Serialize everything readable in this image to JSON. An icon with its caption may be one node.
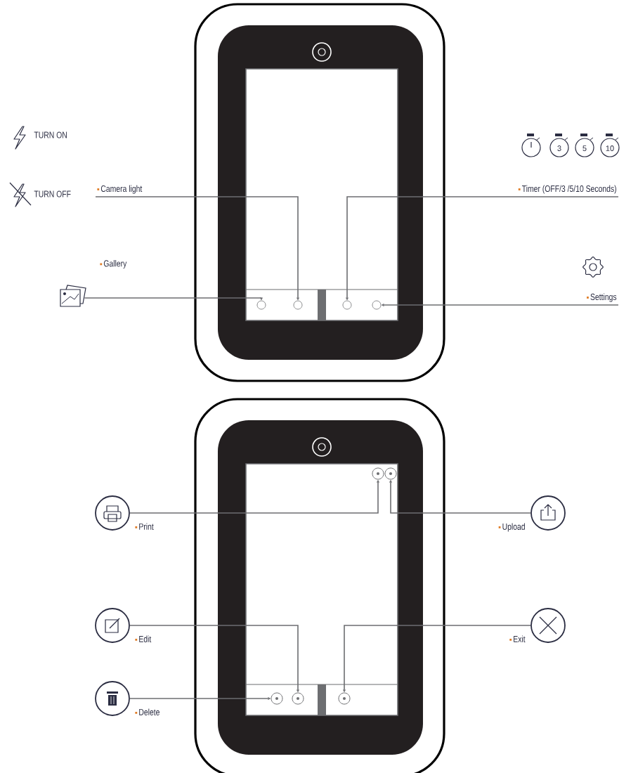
{
  "diagram": {
    "nodes": [
      {
        "text": [
          "Camera light"
        ]
      },
      {
        "text": [
          "Timer (OFF/3 /5/10 Seconds)"
        ]
      },
      {
        "text": [],
        "shape": "icon",
        "beside": [
          "Gallery"
        ]
      },
      {
        "text": [
          "Settings"
        ]
      },
      {
        "text": [],
        "shape": "button"
      },
      {
        "text": [],
        "shape": "button"
      },
      {
        "text": [],
        "shape": "button"
      },
      {
        "text": [],
        "shape": "button"
      },
      {
        "text": [],
        "shape": "circle",
        "beside": [
          "Print"
        ]
      },
      {
        "text": [],
        "shape": "circle",
        "beside": [
          "Upload"
        ]
      },
      {
        "text": [],
        "shape": "button"
      },
      {
        "text": [],
        "shape": "button"
      },
      {
        "text": [],
        "shape": "circle",
        "beside": [
          "Edit"
        ]
      },
      {
        "text": [],
        "shape": "circle",
        "beside": [
          "Exit"
        ]
      },
      {
        "text": [],
        "shape": "circle",
        "beside": [
          "Delete"
        ]
      },
      {
        "text": [],
        "shape": "button"
      },
      {
        "text": [],
        "shape": "button"
      },
      {
        "text": [],
        "shape": "button"
      }
    ],
    "edges": [
      {
        "from": 0,
        "to": 5,
        "arrow": "to"
      },
      {
        "from": 2,
        "to": 4,
        "arrow": "to"
      },
      {
        "from": 1,
        "to": 6,
        "arrow": "to"
      },
      {
        "from": 3,
        "to": 7,
        "arrow": "to"
      },
      {
        "from": 8,
        "to": 10,
        "arrow": "to"
      },
      {
        "from": 9,
        "to": 11,
        "arrow": "to"
      },
      {
        "from": 12,
        "to": 16,
        "arrow": "to"
      },
      {
        "from": 14,
        "to": 15,
        "arrow": "to"
      },
      {
        "from": 13,
        "to": 17,
        "arrow": "to"
      }
    ],
    "labels": [
      "TURN ON",
      "TURN OFF",
      "3",
      "5",
      "10"
    ]
  }
}
